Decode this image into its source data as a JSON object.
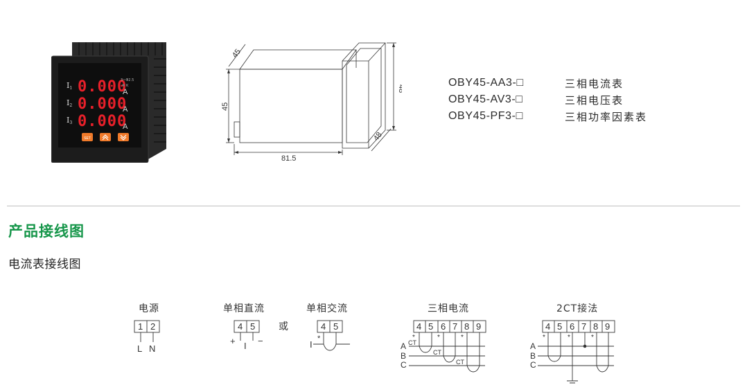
{
  "meter": {
    "rows": [
      {
        "label": "I",
        "sub": "1",
        "digits": "0.000",
        "unit": "A"
      },
      {
        "label": "I",
        "sub": "2",
        "digits": "0.000",
        "unit": "A"
      },
      {
        "label": "I",
        "sub": "3",
        "digits": "0.000",
        "unit": "A"
      }
    ],
    "indicator_top": "3~Φ2.5",
    "indicator_k": "K",
    "buttons": {
      "set": "SET",
      "up": "up-double-chevron-icon",
      "down": "down-double-chevron-icon"
    },
    "colors": {
      "digits": "#e8202a",
      "body": "#1e1e1e",
      "button": "#f07a2a"
    }
  },
  "dimensions": {
    "depth_top": "45",
    "height_left": "45",
    "length_bottom": "81.5",
    "height_right": "48",
    "width_corner": "48"
  },
  "models": [
    {
      "code": "OBY45-AA3-□",
      "name": "三相电流表"
    },
    {
      "code": "OBY45-AV3-□",
      "name": "三相电压表"
    },
    {
      "code": "OBY45-PF3-□",
      "name": "三相功率因素表"
    }
  ],
  "section_title": "产品接线图",
  "sub_title": "电流表接线图",
  "wiring": {
    "power": {
      "label": "电源",
      "terminals": [
        "1",
        "2"
      ],
      "bottom": [
        "L",
        "N"
      ]
    },
    "dc": {
      "label": "单相直流",
      "terminals": [
        "4",
        "5"
      ],
      "bottom": [
        "+",
        "I",
        "−"
      ]
    },
    "or": "或",
    "ac": {
      "label": "单相交流",
      "terminals": [
        "4",
        "5"
      ],
      "star": "*",
      "left": "I"
    },
    "three_phase": {
      "label": "三相电流",
      "terminals": [
        "4",
        "5",
        "6",
        "7",
        "8",
        "9"
      ],
      "phases": [
        "A",
        "B",
        "C"
      ],
      "ct": "CT",
      "star": "*"
    },
    "two_ct": {
      "label": "2CT接法",
      "terminals": [
        "4",
        "5",
        "6",
        "7",
        "8",
        "9"
      ],
      "phases": [
        "A",
        "B",
        "C"
      ],
      "star": "*"
    }
  },
  "colors": {
    "title_green": "#16964a",
    "divider": "#bdbdbd"
  }
}
